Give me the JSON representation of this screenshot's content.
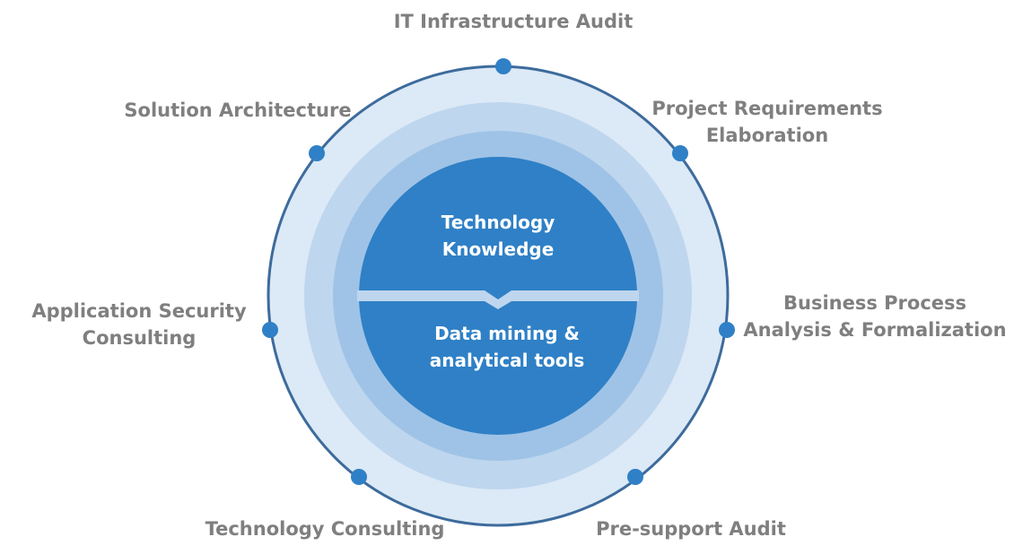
{
  "core": {
    "top_lines": [
      "Technology",
      "Knowledge"
    ],
    "bottom_lines": [
      "Data mining &",
      "analytical tools"
    ]
  },
  "services": [
    {
      "id": "it-infrastructure-audit",
      "lines": [
        "IT Infrastructure  Audit"
      ]
    },
    {
      "id": "project-requirements-elaboration",
      "lines": [
        "Project Requirements",
        "Elaboration"
      ]
    },
    {
      "id": "business-process-analysis",
      "lines": [
        "Business Process",
        "Analysis & Formalization"
      ]
    },
    {
      "id": "pre-support-audit",
      "lines": [
        "Pre-support Audit"
      ]
    },
    {
      "id": "technology-consulting",
      "lines": [
        "Technology Consulting"
      ]
    },
    {
      "id": "application-security-consulting",
      "lines": [
        "Application Security",
        "Consulting"
      ]
    },
    {
      "id": "solution-architecture",
      "lines": [
        "Solution Architecture"
      ]
    }
  ],
  "colors": {
    "outer_ring": "#dce9f6",
    "ring_2": "#bed6ee",
    "ring_3": "#9fc3e6",
    "core": "#2f80c6",
    "outline": "#3d6b9c",
    "dot": "#2f80c6",
    "label": "#7f7f7f"
  }
}
